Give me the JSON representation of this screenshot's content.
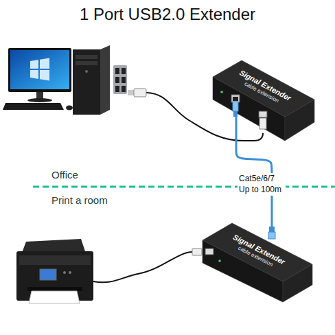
{
  "diagram": {
    "title": "1 Port USB2.0 Extender",
    "nodes": [
      {
        "text": [
          "Signal Extender",
          "cable extension"
        ]
      },
      {
        "text": [
          "Signal Extender",
          "cable extension"
        ]
      }
    ],
    "edges": [
      {
        "from": 0,
        "to": 1,
        "arrow": "none",
        "label": "Cat5e/6/7 Up to 100m"
      }
    ],
    "labels": [
      "Office",
      "Print a room"
    ]
  }
}
